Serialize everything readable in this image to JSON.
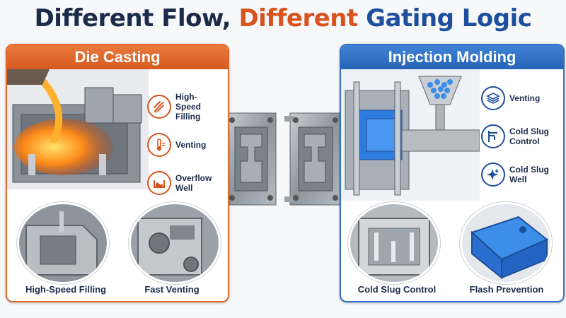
{
  "title": {
    "part1": "Different Flow, ",
    "part2": "Different ",
    "part3": "Gating Logic"
  },
  "die_casting": {
    "header": "Die Casting",
    "features": [
      {
        "label": "High-Speed Filling",
        "icon": "splash-icon"
      },
      {
        "label": "Venting",
        "icon": "thermometer-icon"
      },
      {
        "label": "Overflow Well",
        "icon": "overflow-well-icon"
      }
    ],
    "captions": [
      "High-Speed Filling",
      "Fast Venting"
    ]
  },
  "injection_molding": {
    "header": "Injection Molding",
    "features": [
      {
        "label": "Venting",
        "icon": "layers-icon"
      },
      {
        "label": "Cold Slug Control",
        "icon": "caliper-icon"
      },
      {
        "label": "Cold Slug Well",
        "icon": "sparkle-icon"
      }
    ],
    "captions": [
      "Cold Slug Control",
      "Flash Prevention"
    ]
  },
  "colors": {
    "orange": "#d9531e",
    "blue": "#1d4f9c",
    "navy": "#1c2b4a"
  }
}
